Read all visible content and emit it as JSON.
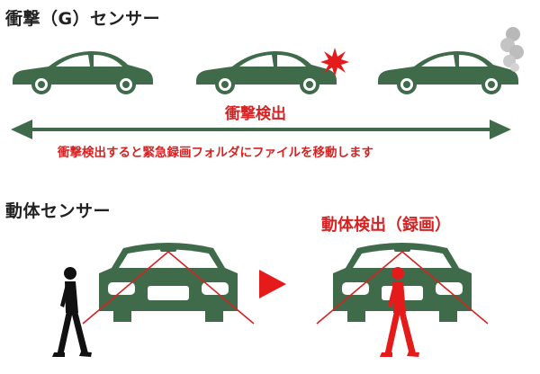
{
  "g_sensor": {
    "title": "衝撃（G）センサー",
    "impact_label": "衝撃検出",
    "description": "衝撃検出すると緊急録画フォルダにファイルを移動します"
  },
  "motion_sensor": {
    "title": "動体センサー",
    "detect_label": "動体検出（録画）"
  },
  "colors": {
    "car_green": "#3f6b4a",
    "arrow_green": "#3f6b4a",
    "accent_red": "#d62222",
    "person_black": "#111111",
    "smoke_gray": "#b0b0b0"
  }
}
